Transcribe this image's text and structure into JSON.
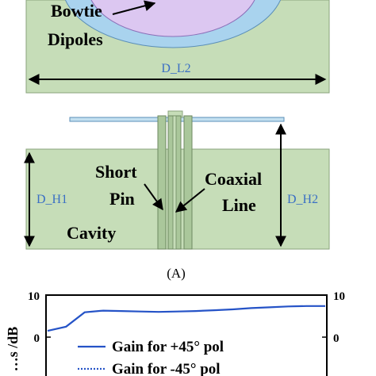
{
  "top_view": {
    "label_bowtie": "Bowtie",
    "label_dipoles": "Dipoles",
    "dim_l2": "D_L2"
  },
  "side_view": {
    "label_short": "Short",
    "label_pin": "Pin",
    "label_coaxial": "Coaxial",
    "label_line": "Line",
    "label_cavity": "Cavity",
    "dim_h1": "D_H1",
    "dim_h2": "D_H2"
  },
  "caption": "(A)",
  "colors": {
    "board_fill": "#c6ddb8",
    "board_stroke": "#8aa37c",
    "circle_outer": "#a9d3ee",
    "circle_inner": "#dcc7f1",
    "dim_text": "#3a6fc4",
    "curve": "#2553c7"
  },
  "chart_data": {
    "type": "line",
    "title": "",
    "xlabel": "",
    "ylabel": "…s /dB",
    "ylim": [
      -10,
      10
    ],
    "left_ticks": [
      "10",
      "0"
    ],
    "right_ticks": [
      "10",
      "0"
    ],
    "legend_position": "center-left",
    "x": [
      0,
      1,
      2,
      3,
      4,
      5,
      6,
      7,
      8,
      9,
      10,
      11,
      12,
      13,
      14,
      15
    ],
    "series": [
      {
        "name": "Gain for +45° pol",
        "style": "solid",
        "values": [
          1.5,
          2.5,
          5.9,
          6.3,
          6.2,
          6.1,
          6.0,
          6.1,
          6.2,
          6.4,
          6.6,
          6.9,
          7.1,
          7.3,
          7.4,
          7.4
        ]
      },
      {
        "name": "Gain for -45° pol",
        "style": "dotted",
        "values": []
      }
    ]
  }
}
